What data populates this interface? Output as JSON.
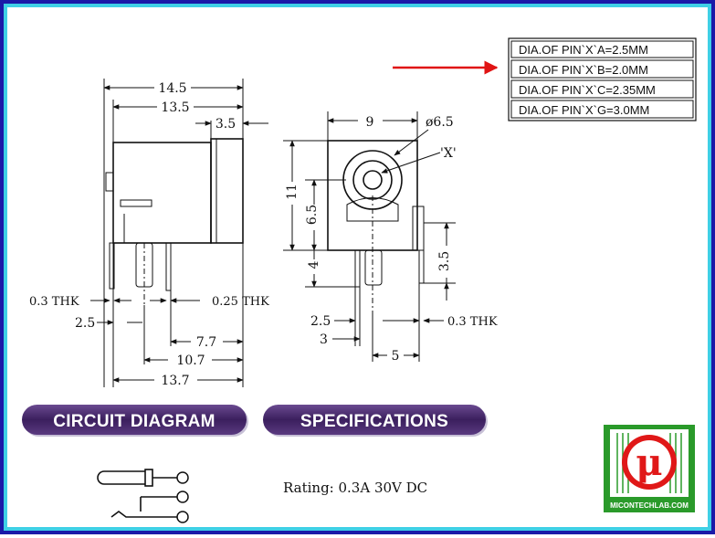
{
  "pin_table": {
    "rows": [
      "DIA.OF PIN`X`A=2.5MM",
      "DIA.OF PIN`X`B=2.0MM",
      "DIA.OF PIN`X`C=2.35MM",
      "DIA.OF PIN`X`G=3.0MM"
    ],
    "highlighted_row": 1,
    "arrow_color": "#e01414"
  },
  "side_view": {
    "dim_total_length": "14.5",
    "dim_body_length": "13.5",
    "dim_front": "3.5",
    "dim_thk_left": "0.3 THK",
    "dim_thk_right": "0.25 THK",
    "dim_pin_offset": "2.5",
    "dim_7_7": "7.7",
    "dim_10_7": "10.7",
    "dim_13_7": "13.7"
  },
  "front_view": {
    "dim_width": "9",
    "dim_hole": "ø6.5",
    "pin_label": "'X'",
    "dim_height": "11",
    "dim_center": "6.5",
    "dim_4": "4",
    "dim_3_5": "3.5",
    "dim_2_5": "2.5",
    "dim_3": "3",
    "dim_5": "5",
    "dim_thk": "0.3 THK"
  },
  "sections": {
    "circuit_title": "CIRCUIT DIAGRAM",
    "spec_title": "SPECIFICATIONS",
    "rating": "Rating: 0.3A 30V DC"
  },
  "logo": {
    "symbol": "μ",
    "caption": "MICONTECHLAB.COM",
    "colors": {
      "green": "#2a9a2a",
      "red": "#e01818"
    }
  },
  "colors": {
    "frame_outer": "#1a1aa8",
    "frame_inner": "#3fd0e6",
    "pill": "#4a2a6e"
  }
}
